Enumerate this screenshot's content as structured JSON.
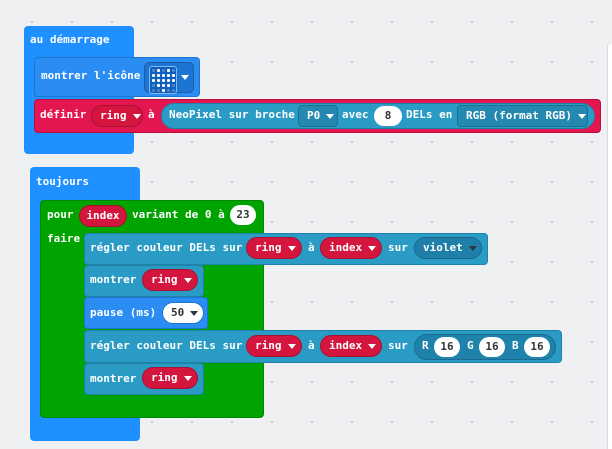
{
  "start": {
    "title": "au démarrage",
    "show_icon_label": "montrer l'icône",
    "icon_pattern": [
      [
        0,
        1,
        0,
        1,
        0
      ],
      [
        1,
        1,
        1,
        1,
        1
      ],
      [
        1,
        1,
        1,
        1,
        1
      ],
      [
        0,
        1,
        1,
        1,
        0
      ],
      [
        0,
        0,
        1,
        0,
        0
      ]
    ],
    "define": {
      "label": "définir",
      "variable": "ring",
      "to": "à",
      "neopixel_label": "NeoPixel sur broche",
      "pin": "P0",
      "with": "avec",
      "count": "8",
      "leds_in": "DELs en",
      "mode": "RGB (format RGB)"
    }
  },
  "forever": {
    "title": "toujours",
    "loop": {
      "for": "pour",
      "variable": "index",
      "range_from": "variant de 0 à",
      "to_value": "23",
      "do": "faire"
    },
    "set1": {
      "label": "régler couleur DELs sur",
      "strip": "ring",
      "at": "à",
      "index": "index",
      "on": "sur",
      "color": "violet"
    },
    "show1": {
      "label": "montrer",
      "strip": "ring"
    },
    "pause": {
      "label": "pause (ms)",
      "value": "50"
    },
    "set2": {
      "label": "régler couleur DELs sur",
      "strip": "ring",
      "at": "à",
      "index": "index",
      "on": "sur",
      "r_label": "R",
      "r": "16",
      "g_label": "G",
      "g": "16",
      "b_label": "B",
      "b": "16"
    },
    "show2": {
      "label": "montrer",
      "strip": "ring"
    }
  },
  "colors": {
    "basic": "#1e90ff",
    "variables": "#e3164f",
    "loops": "#00a400",
    "neopixel": "#2a9bc5"
  }
}
